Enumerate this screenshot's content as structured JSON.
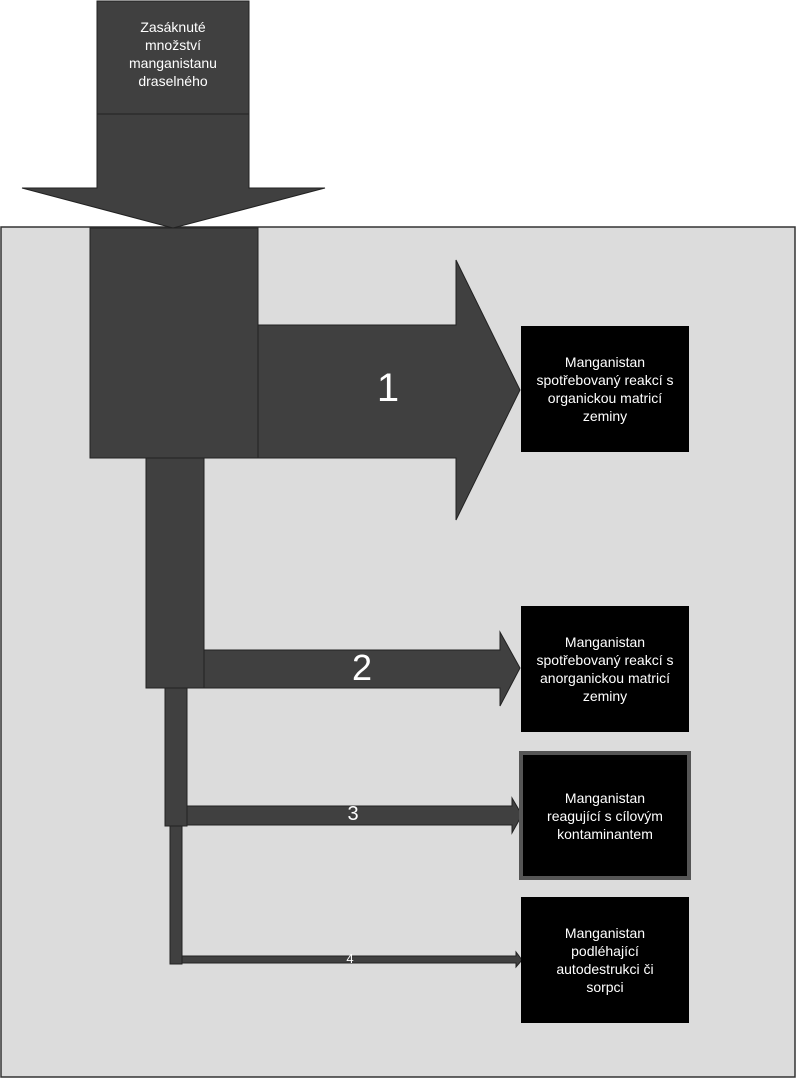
{
  "source": {
    "label": "Zasáknuté\nmnožství\nmanganistanu\ndraselného"
  },
  "outputs": [
    {
      "number": "1",
      "label": "Manganistan\nspotřebovaný reakcí s\norganickou matricí\nzeminy"
    },
    {
      "number": "2",
      "label": "Manganistan\nspotřebovaný reakcí s\nanorganickou matricí\nzeminy"
    },
    {
      "number": "3",
      "label": "Manganistan\nreagující s cílovým\nkontaminantem"
    },
    {
      "number": "4",
      "label": "Manganistan\npodléhající\nautodestrukci či\nsorpci"
    }
  ],
  "colors": {
    "panel": "#dcdcdc",
    "flow": "#404040",
    "box": "#000000",
    "highlight_border": "#555555",
    "text": "#ffffff"
  }
}
